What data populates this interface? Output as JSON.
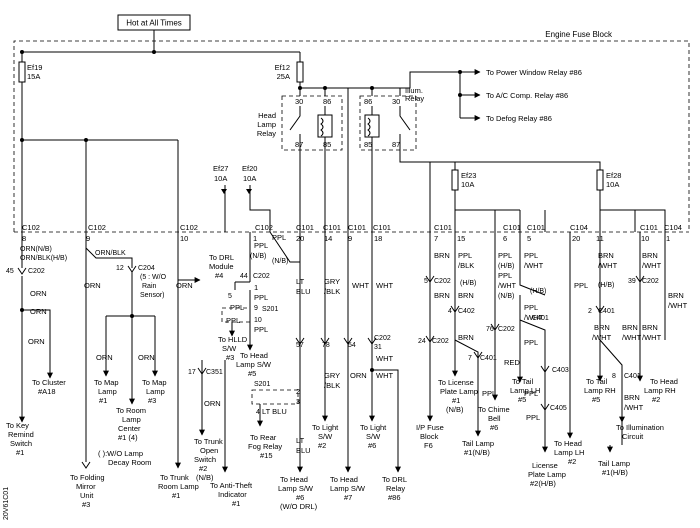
{
  "header": {
    "hot_label": "Hot at All Times",
    "fuse_block": "Engine Fuse Block",
    "code": "20V61C01"
  },
  "fuses": {
    "ef19": "Ef19",
    "ef19_a": "15A",
    "ef12": "Ef12",
    "ef12_a": "25A",
    "ef27": "Ef27",
    "ef27_a": "10A",
    "ef20": "Ef20",
    "ef20_a": "10A",
    "ef23": "Ef23",
    "ef23_a": "10A",
    "ef28": "Ef28",
    "ef28_a": "10A"
  },
  "relays": {
    "head_lamp": [
      "Head",
      "Lamp",
      "Relay"
    ],
    "illum": [
      "Illum.",
      "Relay"
    ],
    "pins": [
      "30",
      "86",
      "87",
      "85",
      "86",
      "30",
      "85",
      "87"
    ]
  },
  "arrows": {
    "power_window": "To Power Window Relay #86",
    "ac_comp": "To A/C Comp. Relay #86",
    "defog": "To Defog Relay #86"
  },
  "connectors": {
    "c102": "C102",
    "c101": "C101",
    "c104": "C104",
    "c202": "C202",
    "c204": "C204",
    "c351": "C351",
    "s201": "S201",
    "c401": "C401",
    "c402": "C402",
    "c403": "C403",
    "c405": "C405"
  },
  "pins": {
    "p8": "8",
    "p9": "9",
    "p10": "10",
    "p1": "1",
    "p20": "20",
    "p14": "14",
    "p18": "18",
    "p7": "7",
    "p15": "15",
    "p6": "6",
    "p5": "5",
    "p11": "11",
    "p45": "45",
    "p12": "12",
    "p44": "44",
    "p57": "57",
    "p78": "78",
    "p54": "54",
    "p31": "31",
    "p24": "24",
    "p76": "76",
    "p4": "4",
    "p2": "2",
    "p3": "3",
    "p17": "17",
    "p39": "39"
  },
  "wires": {
    "orn": "ORN",
    "orn_nb": "ORN(N/B)",
    "orn_blk_hb": "ORN/BLK(H/B)",
    "orn_blk": "ORN/BLK",
    "ppl": "PPL",
    "ppl_nb": "(N/B)",
    "lt": "LT",
    "blu": "BLU",
    "gry": "GRY",
    "blk": "/BLK",
    "wht": "WHT",
    "brn": "BRN",
    "ppl_blk": "/BLK",
    "nb": "(N/B)",
    "hb": "(H/B)",
    "ppl_wht": "/WHT",
    "red": "RED",
    "brn_wht": "/WHT",
    "ltblu": "LT BLU"
  },
  "c204_note": [
    "(5 : W/O",
    "Rain",
    "Sensor)"
  ],
  "labels": {
    "key_remind": [
      "To Key",
      "Remind",
      "Switch",
      "#1"
    ],
    "cluster": [
      "To Cluster",
      "#A18"
    ],
    "folding_mirror": [
      "To Folding",
      "Mirror",
      "Unit",
      "#3"
    ],
    "map_lamp1": [
      "To Map",
      "Lamp",
      "#1"
    ],
    "map_lamp3": [
      "To Map",
      "Lamp",
      "#3"
    ],
    "room_lamp_center": [
      "To Room",
      "Lamp",
      "Center",
      "#1 (4)"
    ],
    "wo_lamp": [
      "( ):W/O Lamp",
      "Decay Room"
    ],
    "trunk_room": [
      "To Trunk",
      "Room Lamp",
      "#1"
    ],
    "drl_module": [
      "To DRL",
      "Module",
      "#4"
    ],
    "hlld": [
      "To HLLD",
      "S/W",
      "#3"
    ],
    "head_lamp_sw5": [
      "To Head",
      "Lamp S/W",
      "#5"
    ],
    "trunk_open": [
      "To Trunk",
      "Open",
      "Switch",
      "#2",
      "(N/B)"
    ],
    "anti_theft": [
      "To Anti-Theft",
      "Indicator",
      "#1"
    ],
    "rear_fog": [
      "To Rear",
      "Fog Relay",
      "#15"
    ],
    "head_lamp_sw6": [
      "To Head",
      "Lamp S/W",
      "#6",
      "(W/O DRL)"
    ],
    "light_sw2": [
      "To Light",
      "S/W",
      "#2"
    ],
    "head_lamp_sw7": [
      "To Head",
      "Lamp S/W",
      "#7"
    ],
    "light_sw6": [
      "To Light",
      "S/W",
      "#6"
    ],
    "drl_relay": [
      "To DRL",
      "Relay",
      "#86"
    ],
    "ip_fuse": [
      "I/P Fuse",
      "Block",
      "F6"
    ],
    "license_plate1": [
      "To License",
      "Plate Lamp",
      "#1",
      "(N/B)"
    ],
    "tail_lamp1nb": [
      "Tail Lamp",
      "#1(N/B)"
    ],
    "chime_bell": [
      "To Chime",
      "Bell",
      "#6"
    ],
    "tail_lamp_lh": [
      "To Tail",
      "Lamp LH",
      "#5"
    ],
    "head_lamp_lh": [
      "To Head",
      "Lamp LH",
      "#2"
    ],
    "license_plate2": [
      "License",
      "Plate Lamp",
      "#2(H/B)"
    ],
    "tail_lamp_rh": [
      "To Tail",
      "Lamp RH",
      "#5"
    ],
    "illumination": [
      "To Illumination",
      "Circuit"
    ],
    "tail_lamp1hb": [
      "Tail Lamp",
      "#1(H/B)"
    ],
    "head_lamp_rh": [
      "To Head",
      "Lamp RH",
      "#2"
    ]
  }
}
